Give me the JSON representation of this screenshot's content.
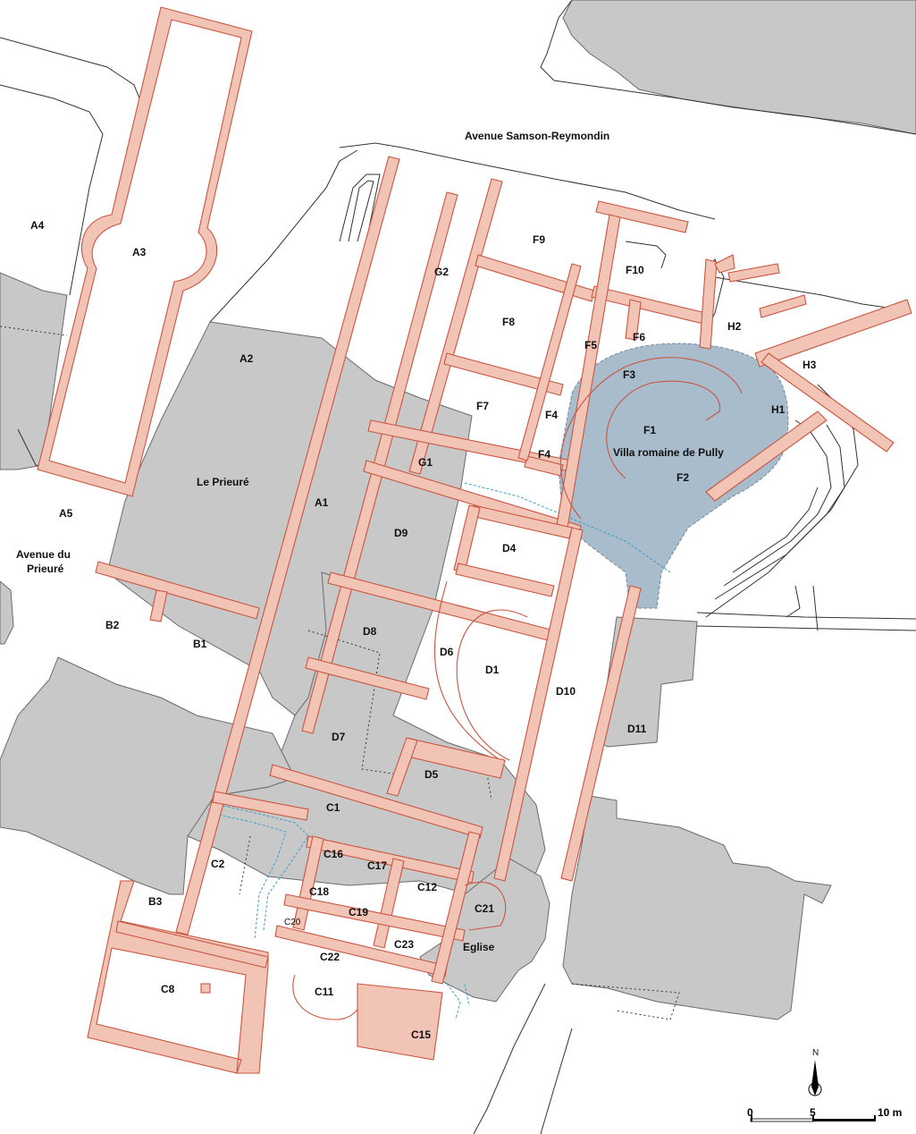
{
  "streets": {
    "avenue_samson": "Avenue Samson-Reymondin",
    "avenue_prieure_line1": "Avenue du",
    "avenue_prieure_line2": "Prieuré"
  },
  "buildings": {
    "le_prieure": "Le Prieuré",
    "villa_line1": "Villa romaine de Pully",
    "eglise": "Eglise"
  },
  "zones": {
    "A1": "A1",
    "A2": "A2",
    "A3": "A3",
    "A4": "A4",
    "A5": "A5",
    "B1": "B1",
    "B2": "B2",
    "B3": "B3",
    "C1": "C1",
    "C2": "C2",
    "C8": "C8",
    "C11": "C11",
    "C12": "C12",
    "C15": "C15",
    "C16": "C16",
    "C17": "C17",
    "C18": "C18",
    "C19": "C19",
    "C20": "C20",
    "C21": "C21",
    "C22": "C22",
    "C23": "C23",
    "D1": "D1",
    "D4": "D4",
    "D5": "D5",
    "D6": "D6",
    "D7": "D7",
    "D8": "D8",
    "D9": "D9",
    "D10": "D10",
    "D11": "D11",
    "F1": "F1",
    "F2": "F2",
    "F3": "F3",
    "F4a": "F4",
    "F4b": "F4",
    "F5": "F5",
    "F6": "F6",
    "F7": "F7",
    "F8": "F8",
    "F9": "F9",
    "F10": "F10",
    "G1": "G1",
    "G2": "G2",
    "H1": "H1",
    "H2": "H2",
    "H3": "H3"
  },
  "scale": {
    "zero": "0",
    "five": "5",
    "ten": "10 m"
  },
  "north": "N",
  "colors": {
    "building": "#c8c8c8",
    "wall_fill": "#f2c4b6",
    "wall_stroke": "#c9553f",
    "villa": "#a8bccb",
    "water": "#3aa0c8"
  }
}
